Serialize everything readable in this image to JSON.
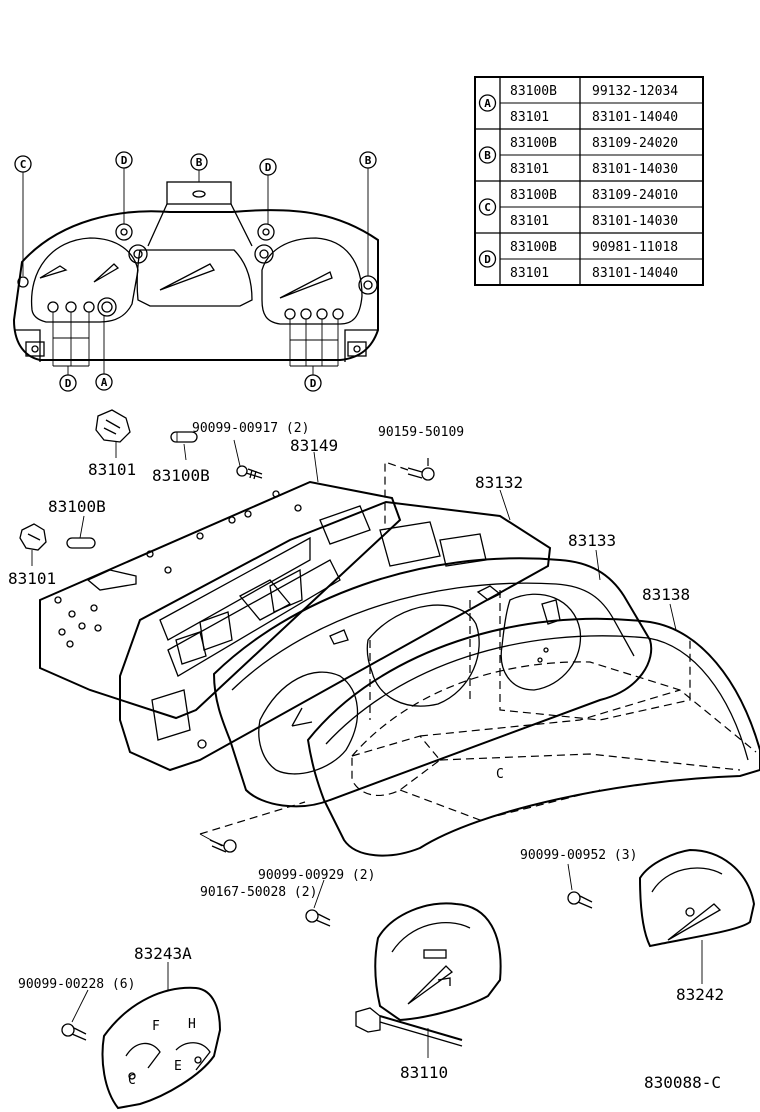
{
  "figure_code": "830088-C",
  "table": {
    "groups": [
      {
        "marker": "A",
        "rows": [
          {
            "part": "83100B",
            "number": "99132-12034"
          },
          {
            "part": "83101",
            "number": "83101-14040"
          }
        ]
      },
      {
        "marker": "B",
        "rows": [
          {
            "part": "83100B",
            "number": "83109-24020"
          },
          {
            "part": "83101",
            "number": "83101-14030"
          }
        ]
      },
      {
        "marker": "C",
        "rows": [
          {
            "part": "83100B",
            "number": "83109-24010"
          },
          {
            "part": "83101",
            "number": "83101-14030"
          }
        ]
      },
      {
        "marker": "D",
        "rows": [
          {
            "part": "83100B",
            "number": "90981-11018"
          },
          {
            "part": "83101",
            "number": "83101-14040"
          }
        ]
      }
    ]
  },
  "cluster_markers": {
    "top": [
      "C",
      "D",
      "B",
      "D",
      "B"
    ],
    "bottom": [
      "D",
      "A",
      "D"
    ]
  },
  "labels": {
    "p83101_a": "83101",
    "p83100b_a": "83100B",
    "p90099_00917": "90099-00917 (2)",
    "p83149": "83149",
    "p90159_50109": "90159-50109",
    "p83132": "83132",
    "p83100b_b": "83100B",
    "p83101_b": "83101",
    "p83133": "83133",
    "p83138": "83138",
    "p90099_00952": "90099-00952 (3)",
    "p90167_50028": "90167-50028 (2)",
    "p90099_00929": "90099-00929 (2)",
    "p83243a": "83243A",
    "p90099_00228": "90099-00228 (6)",
    "p83242": "83242",
    "p83110": "83110"
  },
  "gauge_marks": {
    "fuel_f": "F",
    "fuel_e": "E",
    "temp_c": "C",
    "temp_h": "H",
    "lens_c": "C"
  }
}
